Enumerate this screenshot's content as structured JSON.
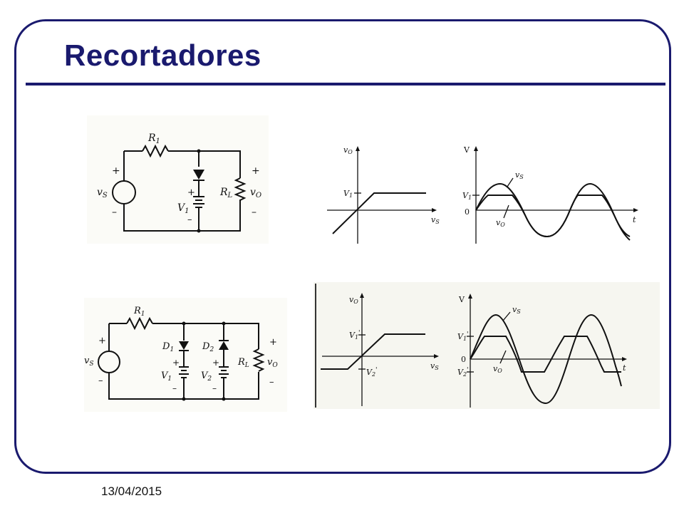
{
  "slide": {
    "title": "Recortadores",
    "date": "13/04/2015"
  },
  "circuit1": {
    "r1": "R",
    "r1_sub": "1",
    "source": "v",
    "source_sub": "S",
    "rl": "R",
    "rl_sub": "L",
    "vo": "v",
    "vo_sub": "O",
    "v1": "V",
    "v1_sub": "1",
    "plus": "+",
    "minus": "–"
  },
  "transfer1": {
    "y_axis": "v",
    "y_sub": "O",
    "x_axis": "v",
    "x_sub": "S",
    "level": "V",
    "level_sub": "1"
  },
  "wave1": {
    "y_axis": "V",
    "level": "V",
    "level_sub": "1",
    "zero": "0",
    "t": "t",
    "vs": "v",
    "vs_sub": "S",
    "vo": "v",
    "vo_sub": "O"
  },
  "circuit2": {
    "r1": "R",
    "r1_sub": "1",
    "source": "v",
    "source_sub": "S",
    "d1": "D",
    "d1_sub": "1",
    "d2": "D",
    "d2_sub": "2",
    "v1": "V",
    "v1_sub": "1",
    "v2": "V",
    "v2_sub": "2",
    "rl": "R",
    "rl_sub": "L",
    "vo": "v",
    "vo_sub": "O",
    "plus": "+",
    "minus": "–"
  },
  "transfer2": {
    "y_axis": "v",
    "y_sub": "O",
    "x_axis": "v",
    "x_sub": "S",
    "upper": "V",
    "upper_sub": "1",
    "lower": "V",
    "lower_sub": "2",
    "prime": "'"
  },
  "wave2": {
    "y_axis": "V",
    "upper": "V",
    "upper_sub": "1",
    "lower": "V",
    "lower_sub": "2",
    "prime": "'",
    "zero": "0",
    "t": "t",
    "vs": "v",
    "vs_sub": "S",
    "vo": "v",
    "vo_sub": "O"
  }
}
